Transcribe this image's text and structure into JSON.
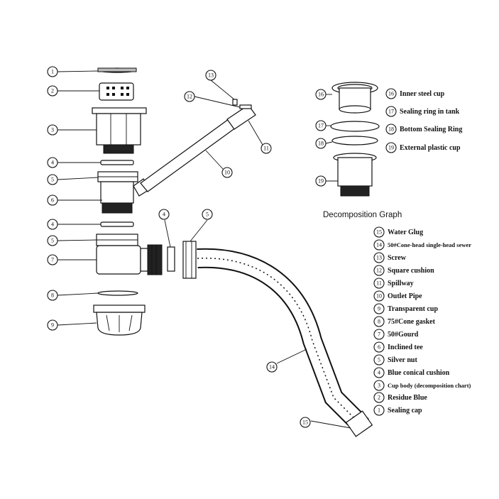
{
  "title": "Decomposition Graph",
  "legend": [
    {
      "num": "15",
      "label": "Water Glug"
    },
    {
      "num": "14",
      "label": "50#Cone-head single-head sewer"
    },
    {
      "num": "13",
      "label": "Screw"
    },
    {
      "num": "12",
      "label": "Square cushion"
    },
    {
      "num": "11",
      "label": "Spillway"
    },
    {
      "num": "10",
      "label": "Outlet Pipe"
    },
    {
      "num": "9",
      "label": "Transparent cup"
    },
    {
      "num": "8",
      "label": "75#Cone gasket"
    },
    {
      "num": "7",
      "label": "50#Gourd"
    },
    {
      "num": "6",
      "label": "Inclined tee"
    },
    {
      "num": "5",
      "label": "Silver nut"
    },
    {
      "num": "4",
      "label": "Blue conical cushion"
    },
    {
      "num": "3",
      "label": "Cup body (decomposition chart)"
    },
    {
      "num": "2",
      "label": "Residue Blue"
    },
    {
      "num": "1",
      "label": "Sealing cap"
    }
  ],
  "legend_top": [
    {
      "num": "16",
      "label": "Inner steel cup"
    },
    {
      "num": "17",
      "label": "Sealing ring in tank"
    },
    {
      "num": "18",
      "label": "Bottom Sealing Ring"
    },
    {
      "num": "19",
      "label": "External plastic cup"
    }
  ],
  "callouts": [
    {
      "num": "1"
    },
    {
      "num": "2"
    },
    {
      "num": "3"
    },
    {
      "num": "4"
    },
    {
      "num": "5"
    },
    {
      "num": "6"
    },
    {
      "num": "4"
    },
    {
      "num": "5"
    },
    {
      "num": "7"
    },
    {
      "num": "8"
    },
    {
      "num": "9"
    },
    {
      "num": "13"
    },
    {
      "num": "12"
    },
    {
      "num": "11"
    },
    {
      "num": "10"
    },
    {
      "num": "4"
    },
    {
      "num": "5"
    },
    {
      "num": "14"
    },
    {
      "num": "15"
    },
    {
      "num": "16"
    },
    {
      "num": "17"
    },
    {
      "num": "18"
    },
    {
      "num": "19"
    }
  ]
}
